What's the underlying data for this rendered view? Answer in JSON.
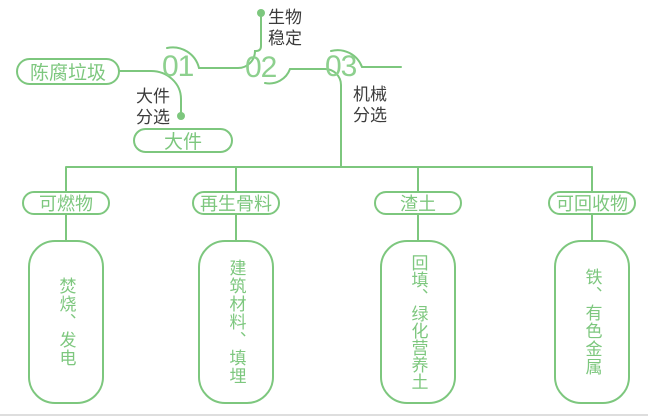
{
  "diagram": {
    "source": "陈腐垃圾",
    "steps": [
      {
        "num": "01",
        "label_lines": [
          "大件",
          "分选"
        ]
      },
      {
        "num": "02",
        "label_lines": [
          "生物",
          "稳定"
        ]
      },
      {
        "num": "03",
        "label_lines": [
          "机械",
          "分选"
        ]
      }
    ],
    "bulky_output": "大件",
    "branches": [
      {
        "category": "可燃物",
        "output": "焚烧、发电"
      },
      {
        "category": "再生骨料",
        "output": "建筑材料、填埋"
      },
      {
        "category": "渣土",
        "output": "回填、绿化营养土"
      },
      {
        "category": "可回收物",
        "output": "铁、有色金属"
      }
    ],
    "colors": {
      "line_green": "#7dc77e",
      "number_green": "#8dd08e",
      "dark_text": "#3b3b3b"
    }
  }
}
